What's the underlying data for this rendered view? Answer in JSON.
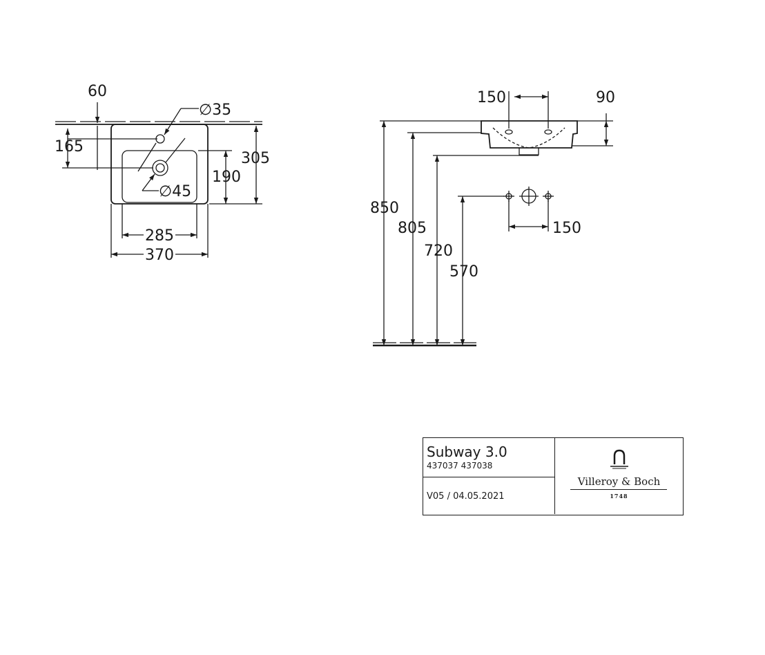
{
  "top_view": {
    "dims": {
      "tap_offset": "60",
      "tap_to_waste": "165",
      "tap_hole_diameter": "∅35",
      "waste_diameter": "∅45",
      "bowl_depth": "190",
      "total_depth": "305",
      "bowl_width": "285",
      "total_width": "370"
    }
  },
  "side_view": {
    "dims": {
      "tap_spacing": "150",
      "basin_height": "90",
      "rim_height": "850",
      "underside_height": "805",
      "waste_height": "720",
      "connections_height": "570",
      "connections_spacing": "150"
    }
  },
  "title_block": {
    "product": "Subway 3.0",
    "articles": "437037 437038",
    "version": "V05 / 04.05.2021",
    "brand": "Villeroy & Boch",
    "year": "1748"
  }
}
